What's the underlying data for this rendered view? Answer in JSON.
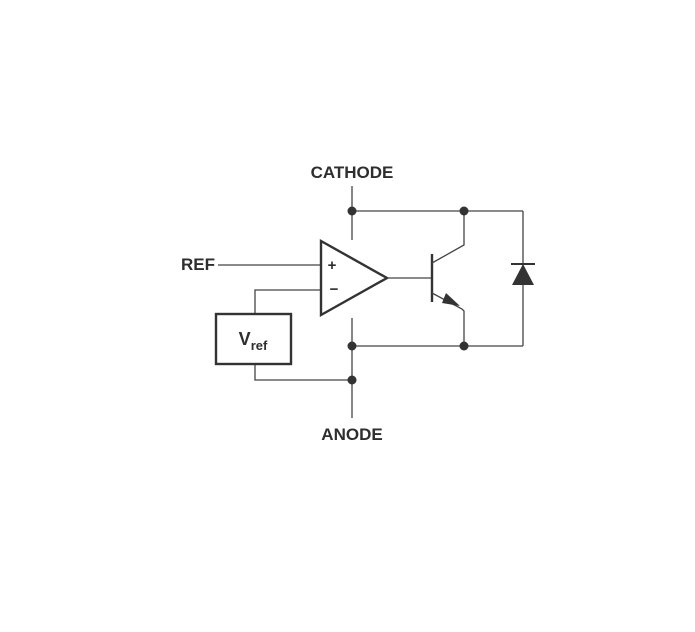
{
  "labels": {
    "cathode": "CATHODE",
    "anode": "ANODE",
    "ref": "REF",
    "vref_main": "V",
    "vref_sub": "ref",
    "plus": "+",
    "minus": "−"
  }
}
